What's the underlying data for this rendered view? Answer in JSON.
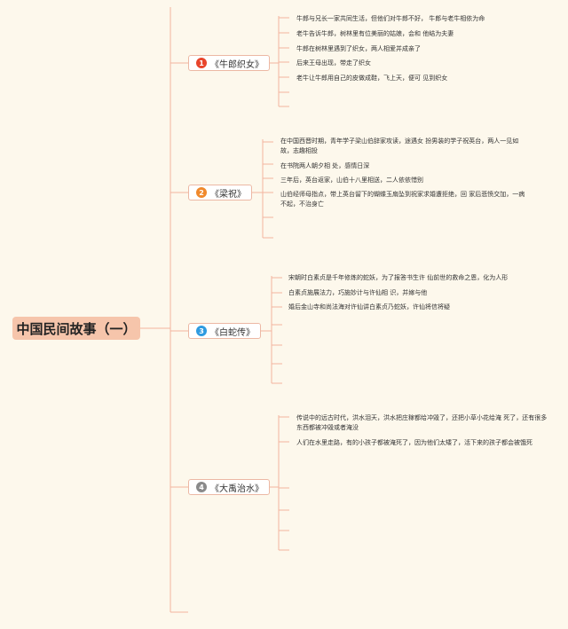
{
  "root": {
    "label": "中国民间故事（一）"
  },
  "branches": [
    {
      "number": "1",
      "label": "《牛郎织女》",
      "badge_color": "#e8452c",
      "leaves": [
        "牛郎与兄长一家共同生活，但他们对牛郎不好， 牛郎与老牛相依为命",
        "老牛告诉牛郎，树林里有位美丽的姑娘，会和 他结为夫妻",
        "牛郎在树林里遇到了织女，两人相爱并成亲了",
        "后来王母出现，带走了织女",
        "老牛让牛郎用自己的皮做成鞋，飞上天，便可 见到织女"
      ]
    },
    {
      "number": "2",
      "label": "《梁祝》",
      "badge_color": "#f0892c",
      "leaves": [
        "在中国西晋时期，青年学子梁山伯辞家攻读，途遇女 扮男装的学子祝英台，两人一见如故，志趣相投",
        "在书院两人朝夕相 处，感情日深",
        "三年后，英台返家，山伯十八里相送，二人依依惜别",
        "山伯经师母指点，带上英台留下的蝴蝶玉扇坠到祝家求婚遭拒绝，回 家后悲愤交加，一病不起，不治身亡"
      ]
    },
    {
      "number": "3",
      "label": "《白蛇传》",
      "badge_color": "#2f9be0",
      "leaves": [
        "宋朝时白素贞是千年修炼的蛇妖，为了报答书生许 仙前世的救命之恩，化为人形",
        "白素贞施展法力，巧施妙计与许仙相 识，并嫁与他",
        "婚后金山寺和尚法海对许仙讲白素贞乃蛇妖，许仙将信将疑"
      ]
    },
    {
      "number": "4",
      "label": "《大禹治水》",
      "badge_color": "#8a8a8a",
      "leaves": [
        "传说中的远古时代，洪水泪天，洪水把庄稼都给冲毁了，还把小草小花给淹 死了，还有很多东西都被冲毁或者淹没",
        "人们在水里走路，有的小孩子都被淹死了，因为他们太矮了，活下来的孩子都会被饿死"
      ]
    }
  ]
}
